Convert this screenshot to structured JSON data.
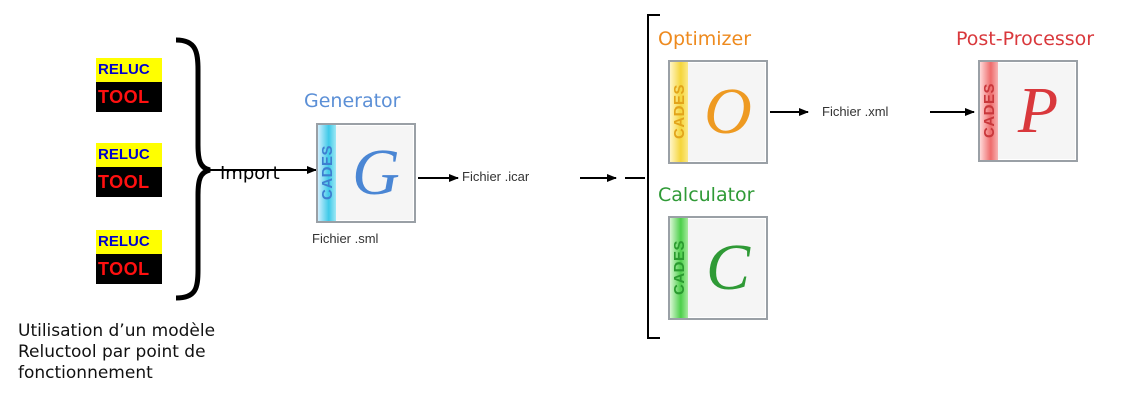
{
  "reluc_logos": [
    {
      "top": "RELUC",
      "bottom": "TOOL"
    },
    {
      "top": "RELUC",
      "bottom": "TOOL"
    },
    {
      "top": "RELUC",
      "bottom": "TOOL"
    }
  ],
  "import_label": "Import",
  "generator": {
    "title": "Generator",
    "cades": "CADES",
    "letter": "G",
    "caption": "Fichier .sml",
    "color": "#5b8fd6"
  },
  "file_icar": "Fichier .icar",
  "optimizer": {
    "title": "Optimizer",
    "cades": "CADES",
    "letter": "O",
    "color": "#ee8a1e"
  },
  "calculator": {
    "title": "Calculator",
    "cades": "CADES",
    "letter": "C",
    "color": "#2f9a36"
  },
  "file_xml": "Fichier .xml",
  "post_processor": {
    "title": "Post-Processor",
    "cades": "CADES",
    "letter": "P",
    "color": "#d9383c"
  },
  "note": "Utilisation d’un modèle Reluctool par point de fonctionnement"
}
